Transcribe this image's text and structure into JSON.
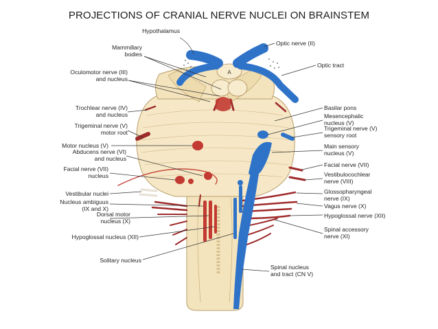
{
  "title": "PROJECTIONS OF CRANIAL NERVE NUCLEI ON BRAINSTEM",
  "colors": {
    "motor": "#c23a32",
    "sensory": "#2f73c9",
    "tissue": "#f4e4bd",
    "tissue_outline": "#b89e6b",
    "nerve": "#9e2a2a"
  },
  "labels_left": [
    {
      "id": "hypothalamus",
      "lines": [
        "Hypothalamus"
      ]
    },
    {
      "id": "mammillary",
      "lines": [
        "Mammillary",
        "bodies"
      ]
    },
    {
      "id": "oculomotor",
      "lines": [
        "Oculomotor nerve (III)",
        "and nucleus"
      ]
    },
    {
      "id": "trochlear",
      "lines": [
        "Trochlear nerve (IV)",
        "and nucleus"
      ]
    },
    {
      "id": "trigeminal-motor-root",
      "lines": [
        "Trigeminal nerve (V)",
        "motor root"
      ]
    },
    {
      "id": "motor-nucleus",
      "lines": [
        "Motor nucleus (V)"
      ]
    },
    {
      "id": "abducens",
      "lines": [
        "Abducens nerve (VI)",
        "and nucleus"
      ]
    },
    {
      "id": "facial-nucleus",
      "lines": [
        "Facial nerve (VII)",
        "nucleus"
      ]
    },
    {
      "id": "vestibular",
      "lines": [
        "Vestibular nuclei"
      ]
    },
    {
      "id": "ambiguus",
      "lines": [
        "Nucleus ambiguus",
        "(IX and X)"
      ]
    },
    {
      "id": "dorsal-motor",
      "lines": [
        "Dorsal motor",
        "nucleus (X)"
      ]
    },
    {
      "id": "hypoglossal-nucleus",
      "lines": [
        "Hypoglossal nucleus (XII)"
      ]
    },
    {
      "id": "solitary",
      "lines": [
        "Solitary nucleus"
      ]
    }
  ],
  "labels_right": [
    {
      "id": "optic-nerve",
      "lines": [
        "Optic nerve (II)"
      ]
    },
    {
      "id": "optic-tract",
      "lines": [
        "Optic tract"
      ]
    },
    {
      "id": "basilar-pons",
      "lines": [
        "Basilar pons"
      ]
    },
    {
      "id": "mesencephalic",
      "lines": [
        "Mesencephalic",
        "nucleus (V)"
      ]
    },
    {
      "id": "trigeminal-sensory",
      "lines": [
        "Trigeminal nerve (V)",
        "sensory root"
      ]
    },
    {
      "id": "main-sensory",
      "lines": [
        "Main sensory",
        "nucleus (V)"
      ]
    },
    {
      "id": "facial-nerve",
      "lines": [
        "Facial nerve (VII)"
      ]
    },
    {
      "id": "vestibulocochlear",
      "lines": [
        "Vestibulocochlear",
        "nerve (VIII)"
      ]
    },
    {
      "id": "glossopharyngeal",
      "lines": [
        "Glossopharyngeal",
        "nerve (IX)"
      ]
    },
    {
      "id": "vagus",
      "lines": [
        "Vagus nerve (X)"
      ]
    },
    {
      "id": "hypoglossal-nerve",
      "lines": [
        "Hypoglossal nerve (XII)"
      ]
    },
    {
      "id": "spinal-accessory",
      "lines": [
        "Spinal accessory",
        "nerve (XI)"
      ]
    },
    {
      "id": "spinal-nucleus",
      "lines": [
        "Spinal nucleus",
        "and tract (CN V)"
      ]
    }
  ],
  "chiasm_marker": "A"
}
